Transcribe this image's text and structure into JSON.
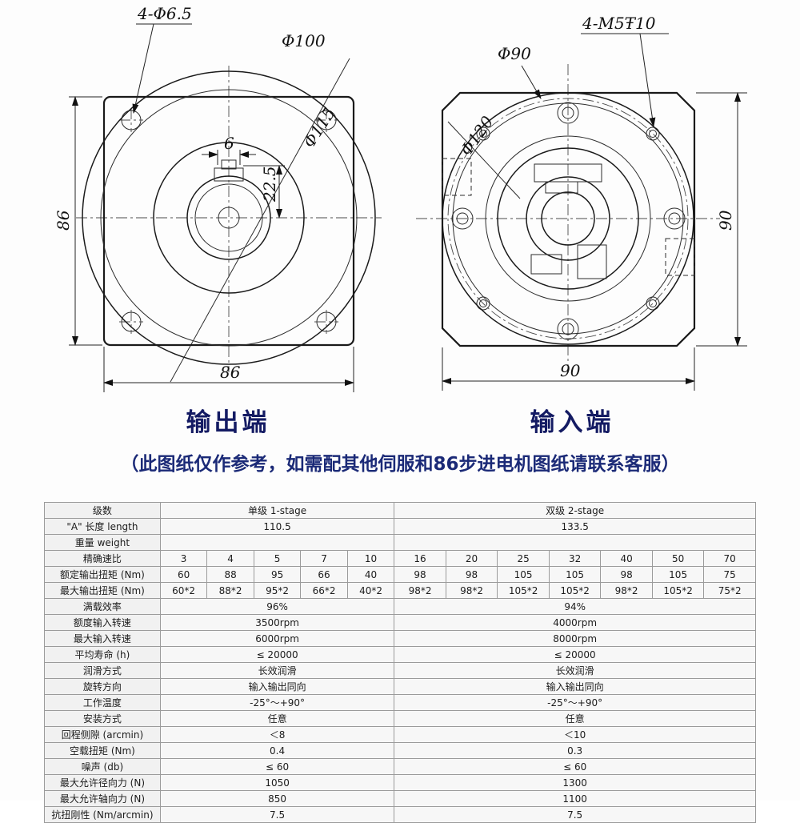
{
  "drawing": {
    "left": {
      "title": "输出端",
      "dims": {
        "holes": "4-Φ6.5",
        "d100": "Φ100",
        "d115": "Φ115",
        "key_w": "6",
        "key_h": "22.5",
        "height": "86",
        "width": "86"
      }
    },
    "right": {
      "title": "输入端",
      "dims": {
        "tap": "4-M5Ŧ10",
        "d90": "Φ90",
        "d120": "Φ120",
        "height": "90",
        "width": "90"
      }
    },
    "note": "（此图纸仅作参考，如需配其他伺服和86步进电机图纸请联系客服）"
  },
  "table": {
    "rows": [
      {
        "label": "级数",
        "cells": [
          {
            "t": "单级 1-stage",
            "s": 5
          },
          {
            "t": "双级 2-stage",
            "s": 7
          }
        ]
      },
      {
        "label": "\"A\" 长度 length",
        "cells": [
          {
            "t": "110.5",
            "s": 5
          },
          {
            "t": "133.5",
            "s": 7
          }
        ]
      },
      {
        "label": "重量 weight",
        "cells": [
          {
            "t": "",
            "s": 5
          },
          {
            "t": "",
            "s": 7
          }
        ]
      },
      {
        "label": "精确速比",
        "cells": [
          {
            "t": "3"
          },
          {
            "t": "4"
          },
          {
            "t": "5"
          },
          {
            "t": "7"
          },
          {
            "t": "10"
          },
          {
            "t": "16"
          },
          {
            "t": "20"
          },
          {
            "t": "25"
          },
          {
            "t": "32"
          },
          {
            "t": "40"
          },
          {
            "t": "50"
          },
          {
            "t": "70"
          }
        ]
      },
      {
        "label": "额定输出扭矩 (Nm)",
        "cells": [
          {
            "t": "60"
          },
          {
            "t": "88"
          },
          {
            "t": "95"
          },
          {
            "t": "66"
          },
          {
            "t": "40"
          },
          {
            "t": "98"
          },
          {
            "t": "98"
          },
          {
            "t": "105"
          },
          {
            "t": "105"
          },
          {
            "t": "98"
          },
          {
            "t": "105"
          },
          {
            "t": "75"
          }
        ]
      },
      {
        "label": "最大输出扭矩 (Nm)",
        "cells": [
          {
            "t": "60*2"
          },
          {
            "t": "88*2"
          },
          {
            "t": "95*2"
          },
          {
            "t": "66*2"
          },
          {
            "t": "40*2"
          },
          {
            "t": "98*2"
          },
          {
            "t": "98*2"
          },
          {
            "t": "105*2"
          },
          {
            "t": "105*2"
          },
          {
            "t": "98*2"
          },
          {
            "t": "105*2"
          },
          {
            "t": "75*2"
          }
        ]
      },
      {
        "label": "满载效率",
        "cells": [
          {
            "t": "96%",
            "s": 5
          },
          {
            "t": "94%",
            "s": 7
          }
        ]
      },
      {
        "label": "额度输入转速",
        "cells": [
          {
            "t": "3500rpm",
            "s": 5
          },
          {
            "t": "4000rpm",
            "s": 7
          }
        ]
      },
      {
        "label": "最大输入转速",
        "cells": [
          {
            "t": "6000rpm",
            "s": 5
          },
          {
            "t": "8000rpm",
            "s": 7
          }
        ]
      },
      {
        "label": "平均寿命 (h)",
        "cells": [
          {
            "t": "≤ 20000",
            "s": 5
          },
          {
            "t": "≤ 20000",
            "s": 7
          }
        ]
      },
      {
        "label": "润滑方式",
        "cells": [
          {
            "t": "长效润滑",
            "s": 5
          },
          {
            "t": "长效润滑",
            "s": 7
          }
        ]
      },
      {
        "label": "旋转方向",
        "cells": [
          {
            "t": "输入输出同向",
            "s": 5
          },
          {
            "t": "输入输出同向",
            "s": 7
          }
        ]
      },
      {
        "label": "工作温度",
        "cells": [
          {
            "t": "-25°～+90°",
            "s": 5
          },
          {
            "t": "-25°～+90°",
            "s": 7
          }
        ]
      },
      {
        "label": "安装方式",
        "cells": [
          {
            "t": "任意",
            "s": 5
          },
          {
            "t": "任意",
            "s": 7
          }
        ]
      },
      {
        "label": "回程侧隙 (arcmin)",
        "cells": [
          {
            "t": "＜8",
            "s": 5
          },
          {
            "t": "＜10",
            "s": 7
          }
        ]
      },
      {
        "label": "空载扭矩 (Nm)",
        "cells": [
          {
            "t": "0.4",
            "s": 5
          },
          {
            "t": "0.3",
            "s": 7
          }
        ]
      },
      {
        "label": "噪声 (db)",
        "cells": [
          {
            "t": "≤ 60",
            "s": 5
          },
          {
            "t": "≤ 60",
            "s": 7
          }
        ]
      },
      {
        "label": "最大允许径向力 (N)",
        "cells": [
          {
            "t": "1050",
            "s": 5
          },
          {
            "t": "1300",
            "s": 7
          }
        ]
      },
      {
        "label": "最大允许轴向力 (N)",
        "cells": [
          {
            "t": "850",
            "s": 5
          },
          {
            "t": "1100",
            "s": 7
          }
        ]
      },
      {
        "label": "抗扭刚性 (Nm/arcmin)",
        "cells": [
          {
            "t": "7.5",
            "s": 5
          },
          {
            "t": "7.5",
            "s": 7
          }
        ]
      }
    ]
  }
}
